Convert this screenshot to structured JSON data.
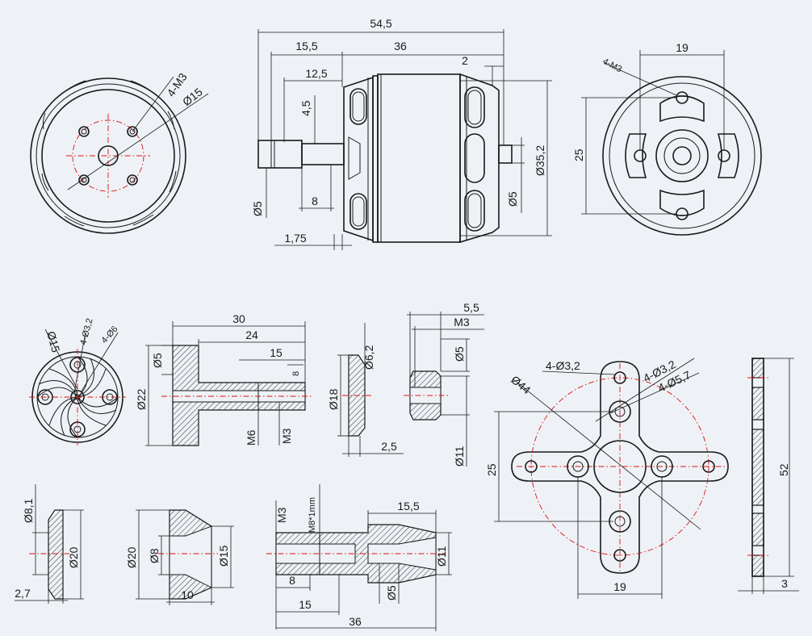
{
  "labels": {
    "front_4m3": "4-M3",
    "front_d15": "Ø15",
    "side_54_5": "54,5",
    "side_15_5": "15,5",
    "side_36": "36",
    "side_2": "2",
    "side_12_5": "12,5",
    "side_4_5": "4,5",
    "side_d35_2": "Ø35,2",
    "side_d5": "Ø5",
    "side_8": "8",
    "side_d5b": "Ø5",
    "side_1_75": "1,75",
    "rear_19": "19",
    "rear_4m3": "4-M3",
    "rear_25": "25",
    "prop_d15": "Ø15",
    "prop_4d32": "4-Ø3,2",
    "prop_4d6": "4-Ø6",
    "adp_30": "30",
    "adp_24": "24",
    "adp_15": "15",
    "adp_d5": "Ø5",
    "adp_d22": "Ø22",
    "adp_8": "8",
    "adp_m6": "M6",
    "adp_m3": "M3",
    "wash_d6_2": "Ø6,2",
    "wash_d18": "Ø18",
    "wash_2_5": "2,5",
    "nut_5_5": "5,5",
    "nut_m3": "M3",
    "nut_d5": "Ø5",
    "nut_d11": "Ø11",
    "mnt_4d32a": "4-Ø3,2",
    "mnt_4d32b": "4-Ø3,2",
    "mnt_4d57": "4-Ø5,7",
    "mnt_d44": "Ø44",
    "mnt_25": "25",
    "mnt_19": "19",
    "side_52": "52",
    "side_3": "3",
    "cone_d8_1": "Ø8,1",
    "cone_d20": "Ø20",
    "cone_2_7": "2,7",
    "cup_d20": "Ø20",
    "cup_d8": "Ø8",
    "cup_d15": "Ø15",
    "cup_10": "10",
    "shaft_m3": "M3",
    "shaft_m8": "M8*1mm",
    "shaft_15_5": "15,5",
    "shaft_d11": "Ø11",
    "shaft_8": "8",
    "shaft_d5": "Ø5",
    "shaft_15": "15",
    "shaft_36": "36"
  },
  "colors": {
    "line": "#1a1a1a",
    "center": "#d11",
    "background": "#eef2f6"
  }
}
